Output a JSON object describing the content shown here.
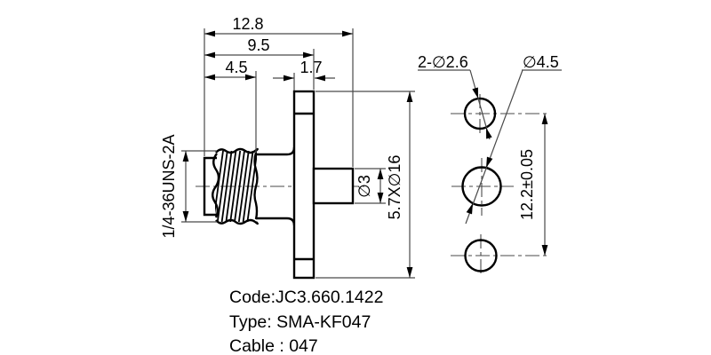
{
  "colors": {
    "line": "#000000",
    "background": "#ffffff"
  },
  "main_view": {
    "dim_overall_width": "12.8",
    "dim_body_length": "9.5",
    "dim_thread_length": "4.5",
    "dim_flange_thickness": "1.7",
    "thread_spec": "1/4-36UNS-2A",
    "dim_pin_diameter": "∅3",
    "dim_flange": "5.7X∅16"
  },
  "hole_view": {
    "dim_mount_holes": "2-∅2.6",
    "dim_center_hole": "∅4.5",
    "dim_hole_spacing": "12.2±0.05"
  },
  "title_block": {
    "code": "Code:JC3.660.1422",
    "type": "Type: SMA-KF047",
    "cable": "Cable : 047"
  }
}
